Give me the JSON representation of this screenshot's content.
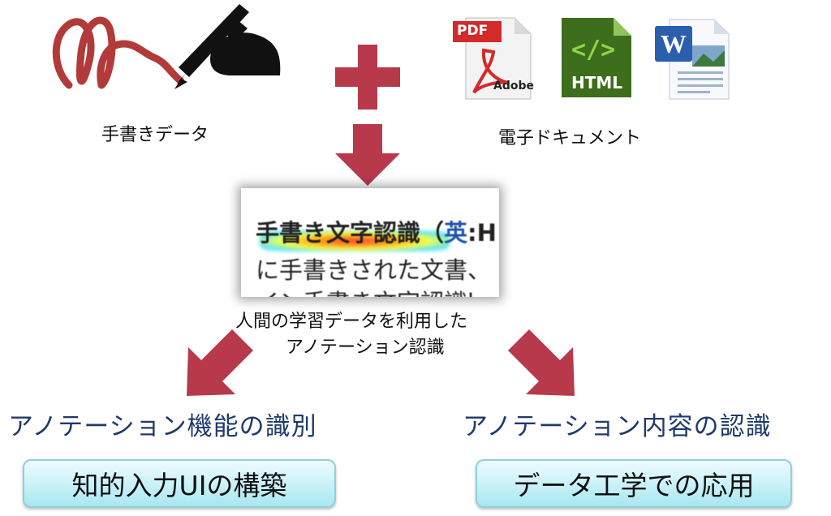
{
  "sources": {
    "handwriting_label": "手書きデータ",
    "documents_label": "電子ドキュメント",
    "pdf_icon": {
      "badge": "PDF",
      "brand": "Adobe"
    },
    "html_icon": {
      "glyph": "</>",
      "label": "HTML"
    },
    "word_icon": {
      "letter": "W"
    }
  },
  "screenshot": {
    "line1": "手書き文字認識（",
    "line1_en": "英",
    "line1_tail": ":H",
    "line2": "に手書きされた文書、",
    "line3": "イン手書き文字認識l"
  },
  "recognition_caption": {
    "line1": "人間の学習データを利用した",
    "line2": "アノテーション認識"
  },
  "outputs": {
    "left_heading": "アノテーション機能の識別",
    "right_heading": "アノテーション内容の認識",
    "left_box": "知的入力UIの構築",
    "right_box": "データ工学での応用"
  },
  "colors": {
    "arrow": "#b7394a",
    "heading": "#1f3a6b",
    "pill_border": "#8fd0db"
  }
}
